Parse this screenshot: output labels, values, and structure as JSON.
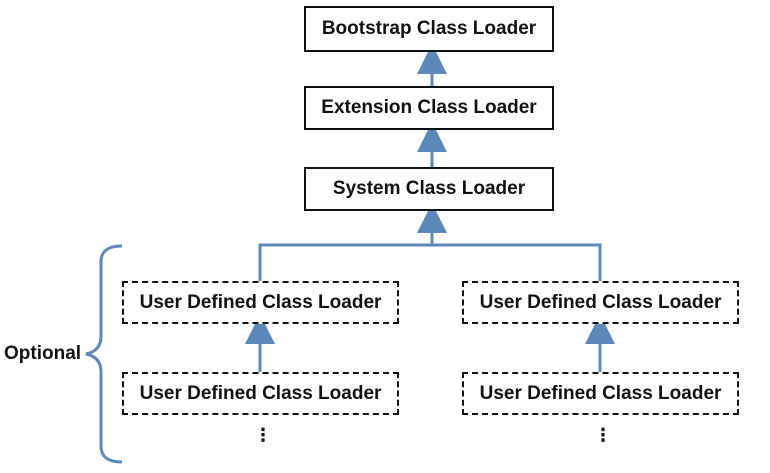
{
  "nodes": {
    "bootstrap": "Bootstrap Class Loader",
    "extension": "Extension Class Loader",
    "system": "System Class Loader",
    "user_left_top": "User Defined Class Loader",
    "user_right_top": "User Defined Class Loader",
    "user_left_bottom": "User Defined Class Loader",
    "user_right_bottom": "User Defined Class Loader"
  },
  "continuation": {
    "left": "⋮",
    "right": "⋮"
  },
  "brace_label": "Optional",
  "colors": {
    "connector": "#5b88b8",
    "border": "#111111",
    "text": "#111111"
  }
}
